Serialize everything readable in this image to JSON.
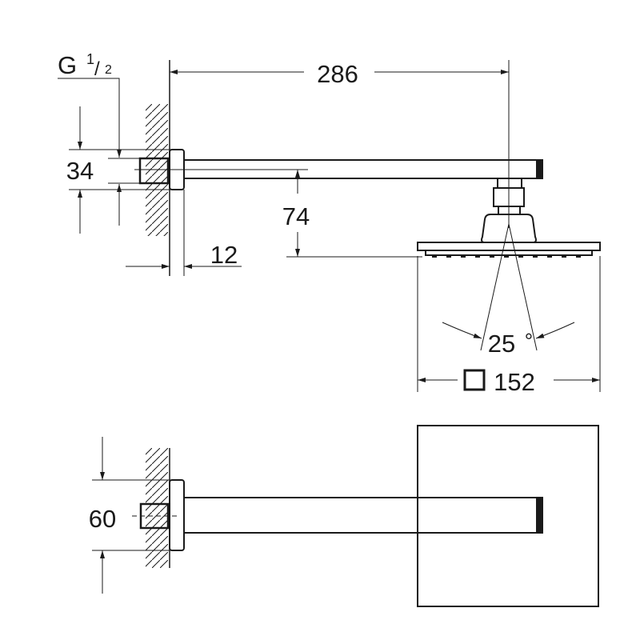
{
  "thread": {
    "letter": "G",
    "numerator": "1",
    "denominator": "2"
  },
  "dimensions": {
    "arm_length": "286",
    "nipple_height": "34",
    "drop": "74",
    "flange_depth": "12",
    "spray_angle": "25",
    "degree_symbol": "°",
    "head_size": "152",
    "flange_height": "60"
  },
  "colors": {
    "line": "#1a1a1a",
    "background": "#ffffff"
  }
}
